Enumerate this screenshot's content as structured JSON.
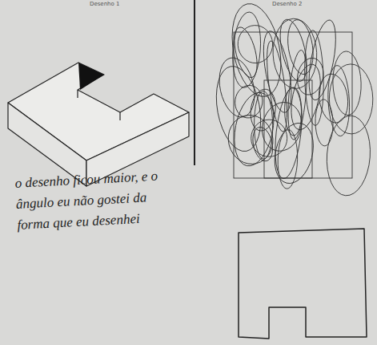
{
  "diagram": {
    "labels": [
      "Desenho 1",
      "Desenho 2",
      "o desenho ficou maior, e o ângulo eu não gostei da forma que eu desenhei"
    ]
  }
}
